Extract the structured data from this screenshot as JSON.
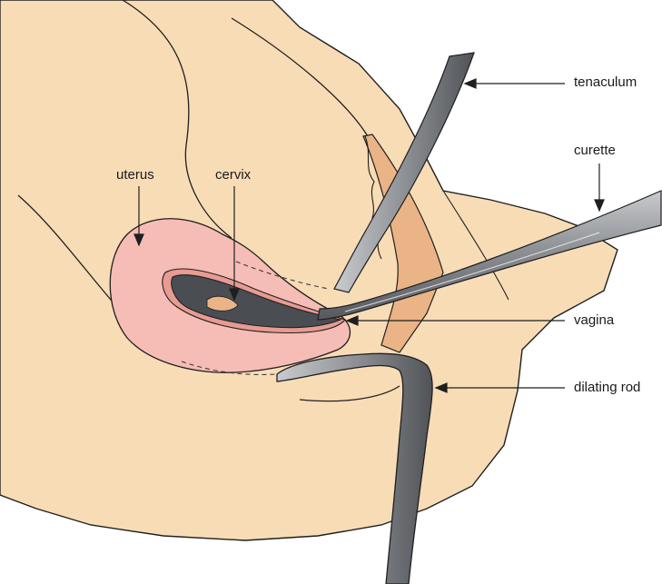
{
  "labels": {
    "uterus": "uterus",
    "cervix": "cervix",
    "tenaculum": "tenaculum",
    "curette": "curette",
    "vagina": "vagina",
    "dilating_rod": "dilating rod"
  },
  "colors": {
    "skin": "#f8dcb6",
    "uterus_tissue": "#f6bcb6",
    "uterine_cavity": "#4a4d52",
    "cervical_tissue": "#eab487",
    "instrument_steel": "#8e9195",
    "outline": "#1f1f1f"
  }
}
